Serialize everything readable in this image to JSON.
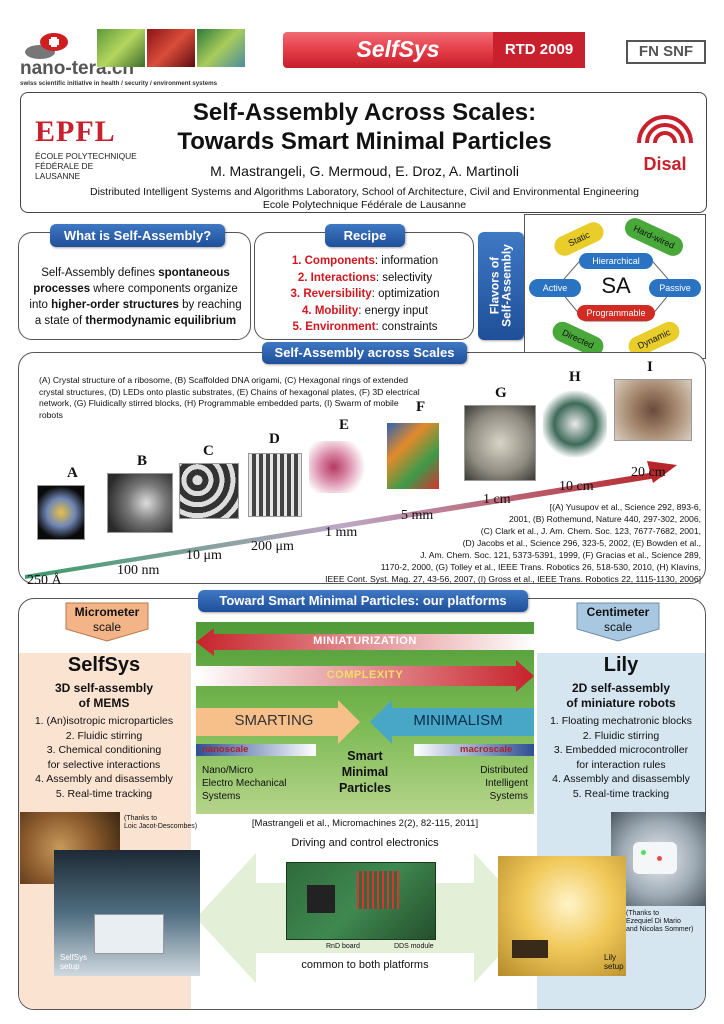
{
  "header": {
    "nanotera_logo": "nano-tera.ch",
    "nanotera_tagline": "swiss scientific initiative in health / security / environment systems",
    "banner_title": "SelfSys",
    "banner_rtd": "RTD 2009",
    "fnsnf_logo": "FN SNF"
  },
  "title": {
    "line1": "Self-Assembly Across Scales:",
    "line2": "Towards Smart Minimal Particles",
    "authors": "M. Mastrangeli, G. Mermoud, E. Droz, A. Martinoli",
    "affiliation1": "Distributed Intelligent Systems and Algorithms Laboratory, School of Architecture, Civil and Environmental Engineering",
    "affiliation2": "Ecole Polytechnique Fédérale de Lausanne",
    "epfl_logo": "EPFL",
    "epfl_name1": "ÉCOLE POLYTECHNIQUE",
    "epfl_name2": "FÉDÉRALE DE LAUSANNE",
    "disal_logo": "Disal"
  },
  "what": {
    "heading": "What is Self-Assembly?",
    "text_parts": [
      "Self-Assembly defines ",
      "spontaneous processes",
      " where components organize into ",
      "higher-order structures",
      " by reaching a state of ",
      "thermodynamic equilibrium"
    ]
  },
  "recipe": {
    "heading": "Recipe",
    "items": [
      {
        "num": "1.",
        "key": "Components",
        "val": ": information"
      },
      {
        "num": "2.",
        "key": "Interactions",
        "val": ": selectivity"
      },
      {
        "num": "3.",
        "key": "Reversibility",
        "val": ": optimization"
      },
      {
        "num": "4.",
        "key": "Mobility",
        "val": ": energy input"
      },
      {
        "num": "5.",
        "key": "Environment",
        "val": ": constraints"
      }
    ]
  },
  "flavors": {
    "vertical_label_1": "Flavors of",
    "vertical_label_2": "Self-Assembly",
    "center": "SA",
    "tags": [
      "Static",
      "Hard-wired",
      "Hierarchical",
      "Active",
      "Passive",
      "Programmable",
      "Directed",
      "Dynamic"
    ],
    "colors": {
      "green": "#49a83a",
      "yellow": "#e8cd2b",
      "blue": "#2a73c2",
      "red": "#d12b23"
    }
  },
  "scales": {
    "heading": "Self-Assembly across Scales",
    "legend": "(A) Crystal structure of a ribosome, (B) Scaffolded DNA origami, (C) Hexagonal rings of extended crystal structures, (D) LEDs onto plastic substrates, (E) Chains of hexagonal plates, (F) 3D electrical  network, (G) Fluidically stirred blocks, (H) Programmable embedded parts,  (I) Swarm of mobile robots",
    "letters": [
      "A",
      "B",
      "C",
      "D",
      "E",
      "F",
      "G",
      "H",
      "I"
    ],
    "sizes": [
      "250 Å",
      "100 nm",
      "10 μm",
      "200 μm",
      "1 mm",
      "5 mm",
      "1 cm",
      "10 cm",
      "20 cm"
    ],
    "citations": [
      "[(A) Yusupov et al., Science 292, 893-6,",
      "2001, (B) Rothemund, Nature 440, 297-302, 2006,",
      "(C) Clark et al., J. Am. Chem. Soc. 123, 7677-7682, 2001,",
      "(D) Jacobs et al., Science 296, 323-5, 2002, (E) Bowden et al.,",
      "J. Am. Chem. Soc. 121, 5373-5391, 1999, (F) Gracias et al., Science 289,",
      "1170-2, 2000, (G) Tolley et al., IEEE Trans. Robotics 26, 518-530, 2010, (H) Klavins,",
      "IEEE Cont. Syst. Mag. 27, 43-56, 2007, (I) Gross et al., IEEE Trans. Robotics 22, 1115-1130, 2006]"
    ]
  },
  "platforms": {
    "heading": "Toward Smart Minimal Particles: our platforms",
    "left_scale": [
      "Micrometer",
      "scale"
    ],
    "right_scale": [
      "Centimeter",
      "scale"
    ],
    "selfsys": {
      "title": "SelfSys",
      "sub1": "3D self-assembly",
      "sub2": "of MEMS",
      "items": [
        "1.   (An)isotropic microparticles",
        "2.   Fluidic stirring",
        "3.   Chemical conditioning",
        "for selective interactions",
        "4.   Assembly and disassembly",
        "5.   Real-time tracking"
      ],
      "thanks": [
        "(Thanks to",
        "Loic Jacot-Descombes)"
      ],
      "setup": [
        "SelfSys",
        "setup"
      ]
    },
    "lily": {
      "title": "Lily",
      "sub1": "2D self-assembly",
      "sub2": "of miniature robots",
      "items": [
        "1.   Floating mechatronic blocks",
        "2.   Fluidic stirring",
        "3.   Embedded microcontroller",
        "for interaction rules",
        "4.   Assembly and disassembly",
        "5.   Real-time tracking"
      ],
      "thanks": [
        "(Thanks to",
        "Ezequiel Di Mario",
        "and Nicolas Sommer)"
      ],
      "setup": [
        "Lily",
        "setup"
      ]
    },
    "center": {
      "miniaturization": "MINIATURIZATION",
      "complexity": "COMPLEXITY",
      "smarting": "SMARTING",
      "minimalism": "MINIMALISM",
      "nanoscale": "nanoscale",
      "macroscale": "macroscale",
      "smp": [
        "Smart",
        "Minimal",
        "Particles"
      ],
      "left_caption": [
        "Nano/Micro",
        "Electro Mechanical",
        "Systems"
      ],
      "right_caption": [
        "Distributed",
        "Intelligent",
        "Systems"
      ]
    },
    "reference": "[Mastrangeli et al., Micromachines 2(2), 82-115, 2011]",
    "electronics_title": "Driving and control electronics",
    "board_labels": [
      "RnD board",
      "DDS module"
    ],
    "electronics_footer": "common to both platforms"
  }
}
